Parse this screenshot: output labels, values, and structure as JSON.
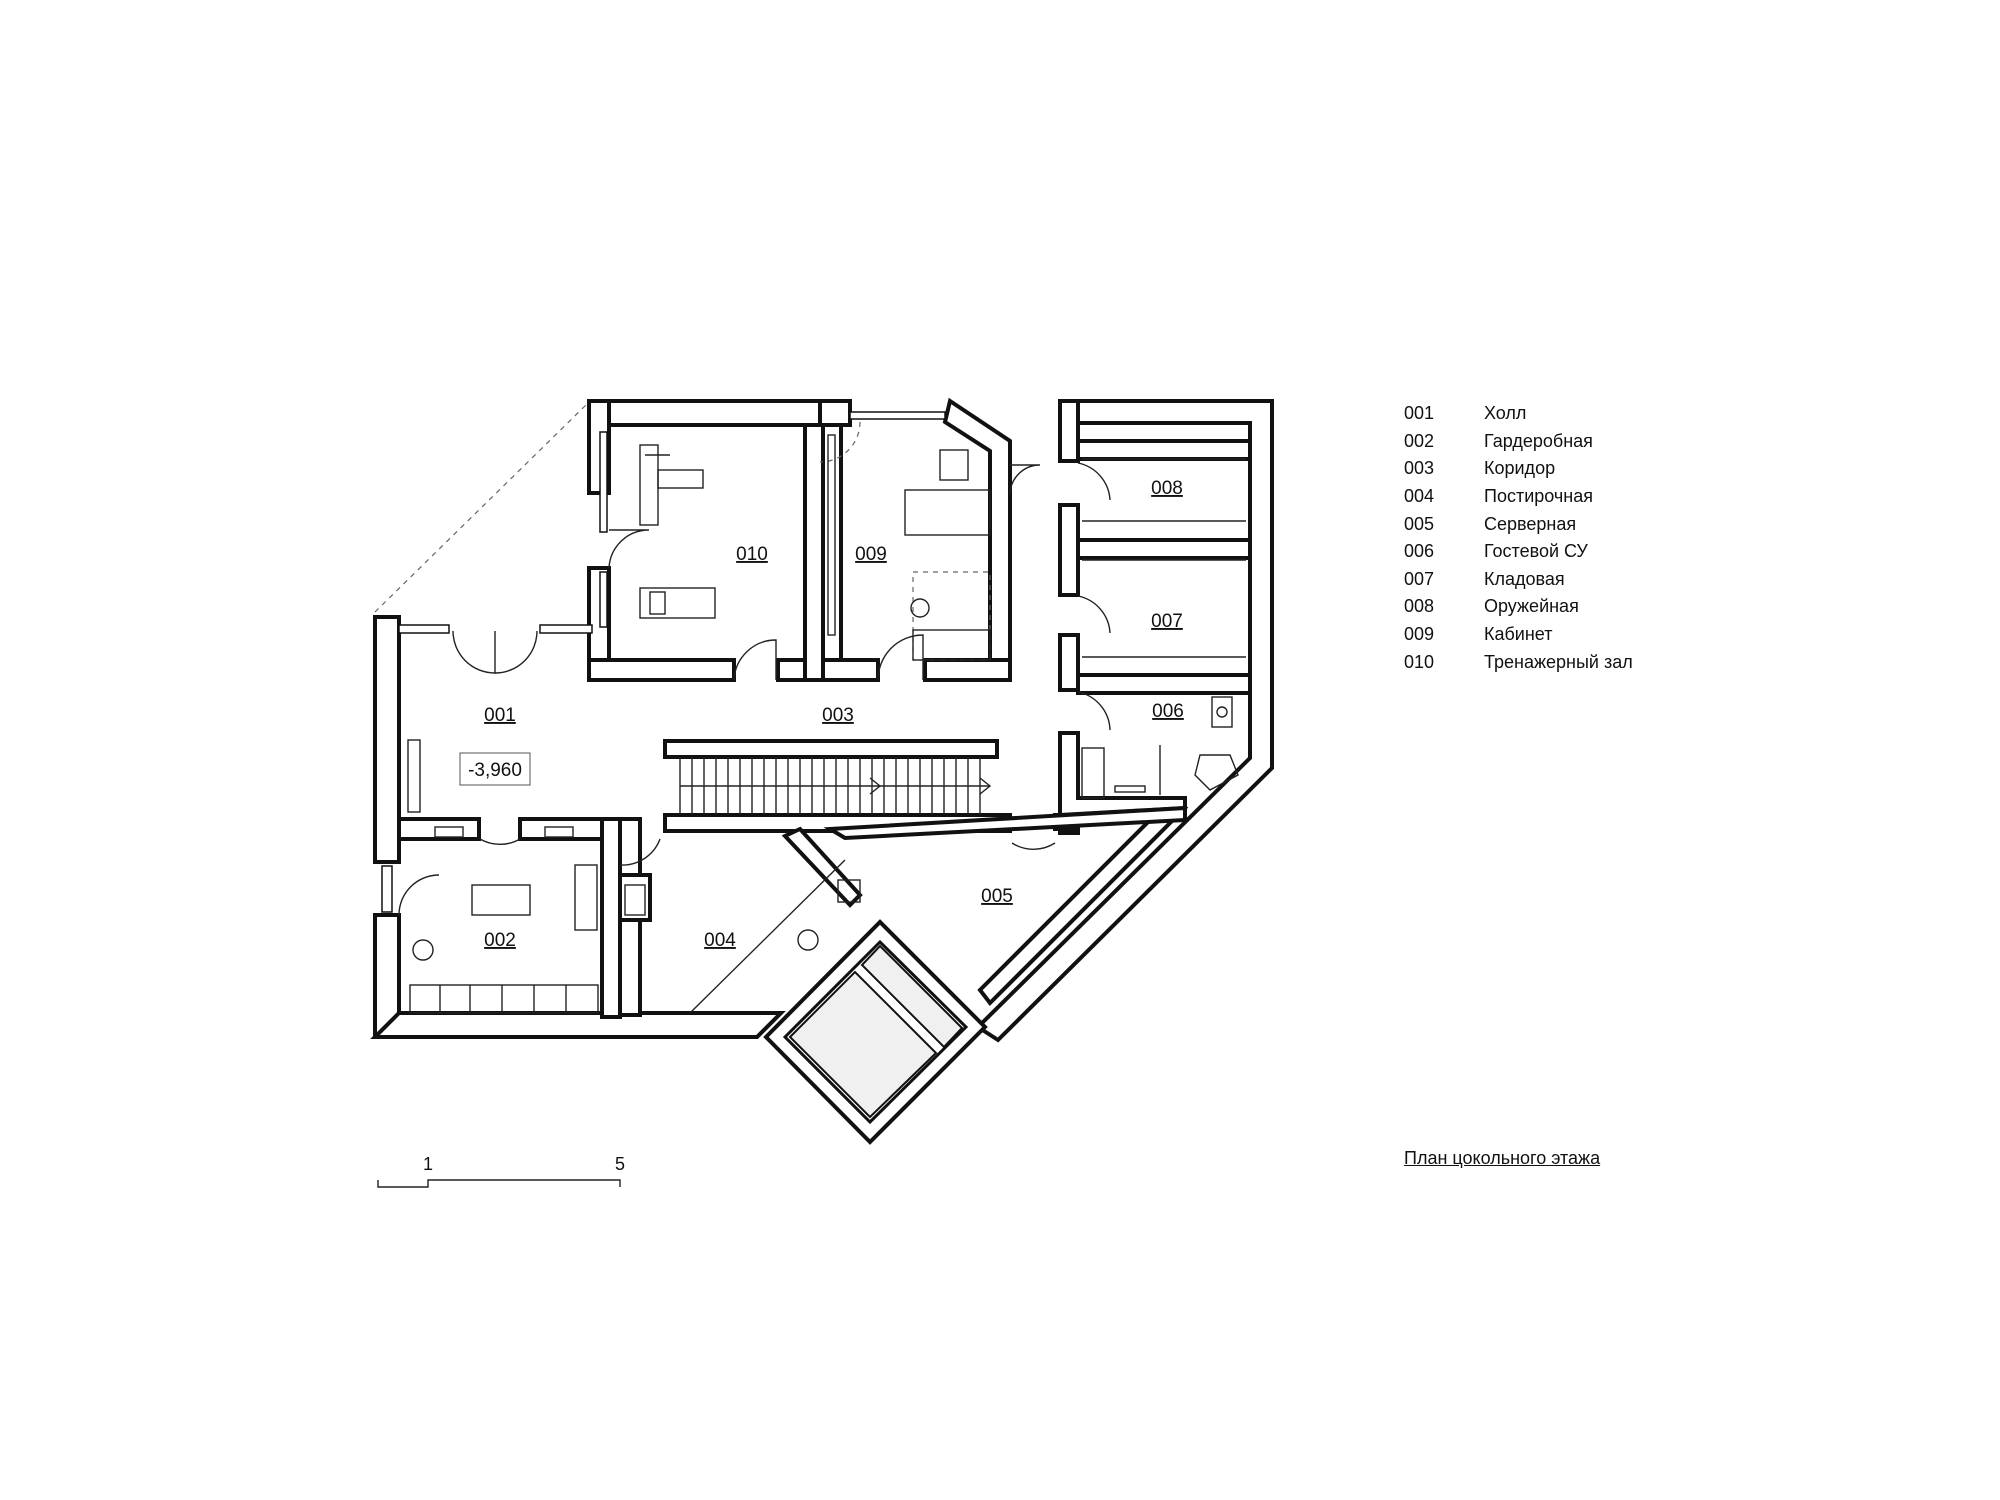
{
  "rooms": [
    {
      "id": "001",
      "name": "Холл"
    },
    {
      "id": "002",
      "name": "Гардеробная"
    },
    {
      "id": "003",
      "name": "Коридор"
    },
    {
      "id": "004",
      "name": "Постирочная"
    },
    {
      "id": "005",
      "name": "Серверная"
    },
    {
      "id": "006",
      "name": "Гостевой СУ"
    },
    {
      "id": "007",
      "name": "Кладовая"
    },
    {
      "id": "008",
      "name": "Оружейная"
    },
    {
      "id": "009",
      "name": "Кабинет"
    },
    {
      "id": "010",
      "name": "Тренажерный зал"
    }
  ],
  "level_mark": "-3,960",
  "scale": {
    "label_start": "1",
    "label_end": "5"
  },
  "title": "План цокольного этажа"
}
